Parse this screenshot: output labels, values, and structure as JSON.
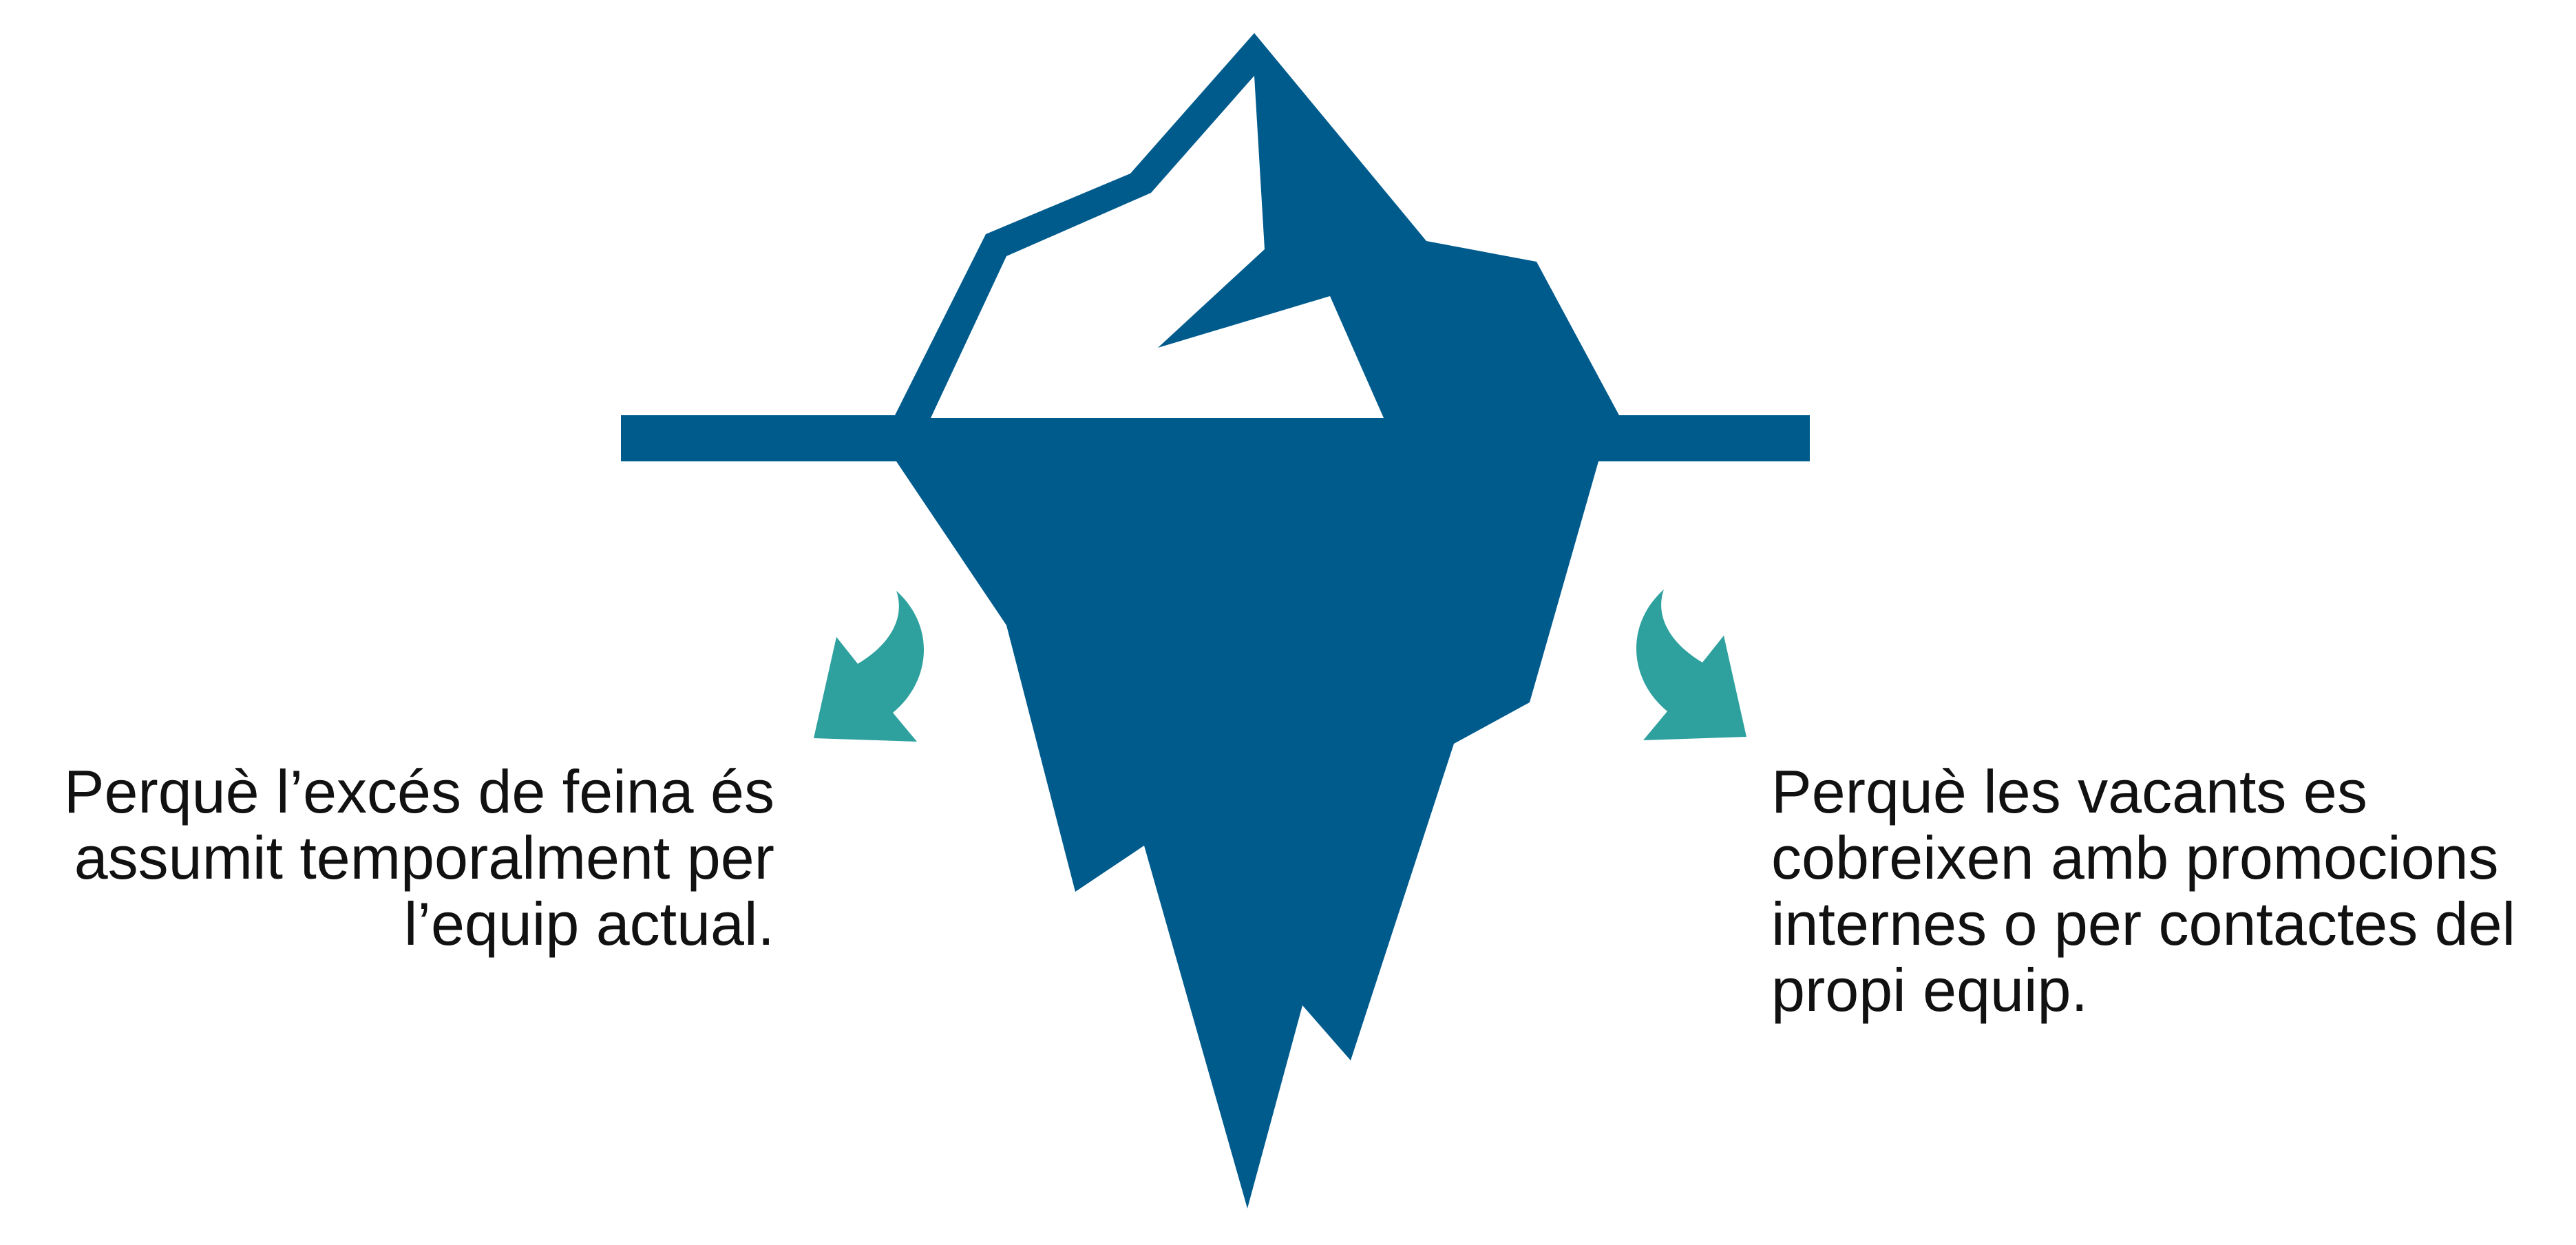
{
  "colors": {
    "iceberg": "#005b8d",
    "arrow": "#2ea19f",
    "text": "#111111",
    "background": "#ffffff"
  },
  "left_caption": {
    "lines": [
      "Perquè l’excés de feina és",
      "assumit temporalment per",
      "l’equip actual."
    ]
  },
  "right_caption": {
    "lines": [
      "Perquè les vacants es",
      "cobreixen amb promocions",
      "internes o per contactes del",
      "propi equip."
    ]
  }
}
